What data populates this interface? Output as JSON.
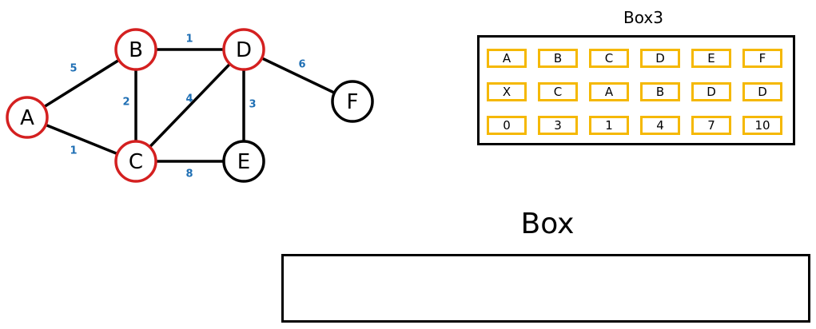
{
  "graph": {
    "nodes": [
      {
        "id": "A",
        "label": "A",
        "visited": true
      },
      {
        "id": "B",
        "label": "B",
        "visited": true
      },
      {
        "id": "C",
        "label": "C",
        "visited": true
      },
      {
        "id": "D",
        "label": "D",
        "visited": true
      },
      {
        "id": "E",
        "label": "E",
        "visited": false
      },
      {
        "id": "F",
        "label": "F",
        "visited": false
      }
    ],
    "edges": [
      {
        "from": "A",
        "to": "B",
        "weight": "5"
      },
      {
        "from": "A",
        "to": "C",
        "weight": "1"
      },
      {
        "from": "B",
        "to": "D",
        "weight": "1"
      },
      {
        "from": "B",
        "to": "C",
        "weight": "2"
      },
      {
        "from": "C",
        "to": "D",
        "weight": "4"
      },
      {
        "from": "D",
        "to": "E",
        "weight": "3"
      },
      {
        "from": "D",
        "to": "F",
        "weight": "6"
      },
      {
        "from": "C",
        "to": "E",
        "weight": "8"
      }
    ],
    "colors": {
      "visited_stroke": "#d42020",
      "unvisited_stroke": "#000000",
      "weight_text": "#1f6fb4"
    }
  },
  "box3": {
    "title": "Box3",
    "cell_border_color": "#f5b800",
    "rows": [
      [
        "A",
        "B",
        "C",
        "D",
        "E",
        "F"
      ],
      [
        "X",
        "C",
        "A",
        "B",
        "D",
        "D"
      ],
      [
        "0",
        "3",
        "1",
        "4",
        "7",
        "10"
      ]
    ]
  },
  "box": {
    "title": "Box"
  }
}
